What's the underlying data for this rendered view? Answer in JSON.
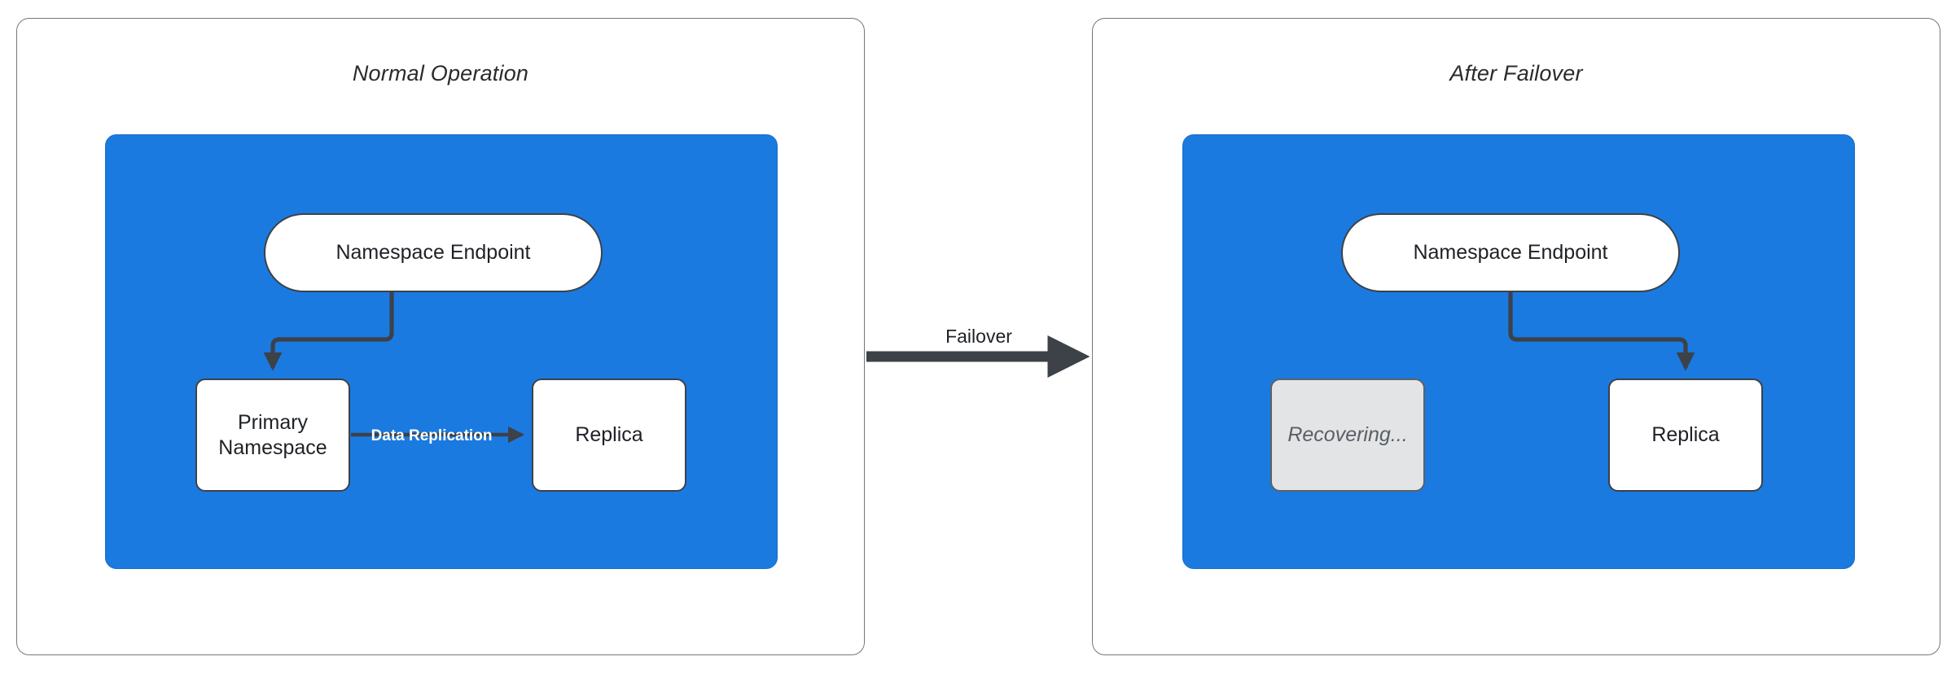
{
  "diagram": {
    "type": "failover-architecture-diagram",
    "background": "#ffffff",
    "accent_blue": "#1a7ae0",
    "stroke_dark": "#3d4148",
    "recovering_gray": "#e2e4e5"
  },
  "panels": [
    {
      "id": "normal-operation",
      "title": "Normal Operation",
      "nodes": [
        {
          "id": "endpoint-left",
          "label": "Namespace Endpoint",
          "shape": "pill",
          "style": "white"
        },
        {
          "id": "primary",
          "label": "Primary\nNamespace",
          "line1": "Primary",
          "line2": "Namespace",
          "shape": "rect",
          "style": "white"
        },
        {
          "id": "replica-left",
          "label": "Replica",
          "shape": "rect",
          "style": "white"
        }
      ],
      "edges": [
        {
          "from": "endpoint-left",
          "to": "primary",
          "label": ""
        },
        {
          "from": "primary",
          "to": "replica-left",
          "label": "Data Replication"
        }
      ]
    },
    {
      "id": "after-failover",
      "title": "After Failover",
      "nodes": [
        {
          "id": "endpoint-right",
          "label": "Namespace Endpoint",
          "shape": "pill",
          "style": "white"
        },
        {
          "id": "recovering",
          "label": "Recovering...",
          "shape": "rect",
          "style": "gray-italic"
        },
        {
          "id": "replica-right",
          "label": "Replica",
          "shape": "rect",
          "style": "white"
        }
      ],
      "edges": [
        {
          "from": "endpoint-right",
          "to": "replica-right",
          "label": ""
        }
      ]
    }
  ],
  "transition": {
    "label": "Failover",
    "direction": "left-to-right"
  }
}
